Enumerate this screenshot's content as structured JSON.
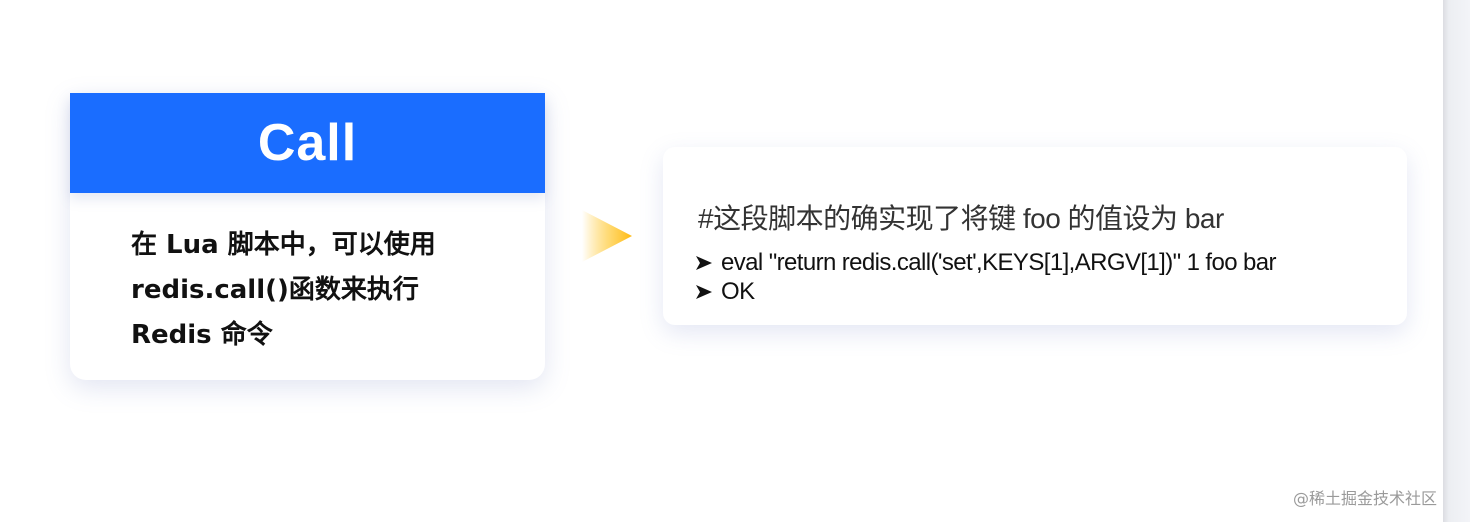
{
  "call_card": {
    "title": "Call",
    "description_lines": [
      "在 Lua 脚本中，可以使用",
      "redis.call()函数来执行",
      "Redis 命令"
    ],
    "header_color": "#1a6dff"
  },
  "arrow": {
    "icon": "triangle-right-icon",
    "color": "#ffc21a"
  },
  "code_card": {
    "comment": "#这段脚本的确实现了将键 foo 的值设为 bar",
    "lines": [
      {
        "bullet": "➢",
        "text": "eval \"return redis.call('set',KEYS[1],ARGV[1])\" 1 foo bar"
      },
      {
        "bullet": "➢",
        "text": "OK"
      }
    ]
  },
  "watermark": "@稀土掘金技术社区"
}
